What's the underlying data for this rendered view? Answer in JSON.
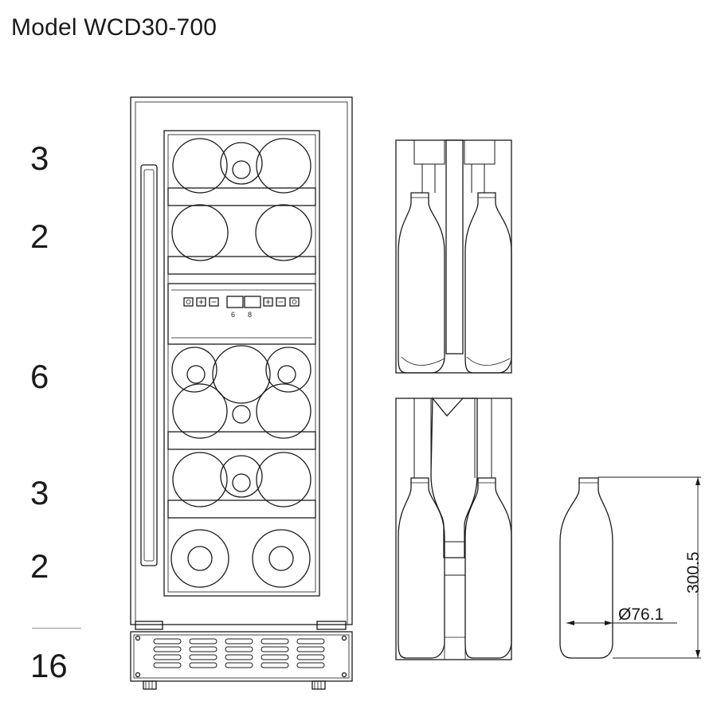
{
  "title": "Model WCD30-700",
  "shelf_counts": [
    "3",
    "2",
    "6",
    "3",
    "2"
  ],
  "total_count": "16",
  "bottle_height": "300.5",
  "bottle_diameter": "Ø76.1",
  "panel_readout": [
    "6",
    "8"
  ]
}
